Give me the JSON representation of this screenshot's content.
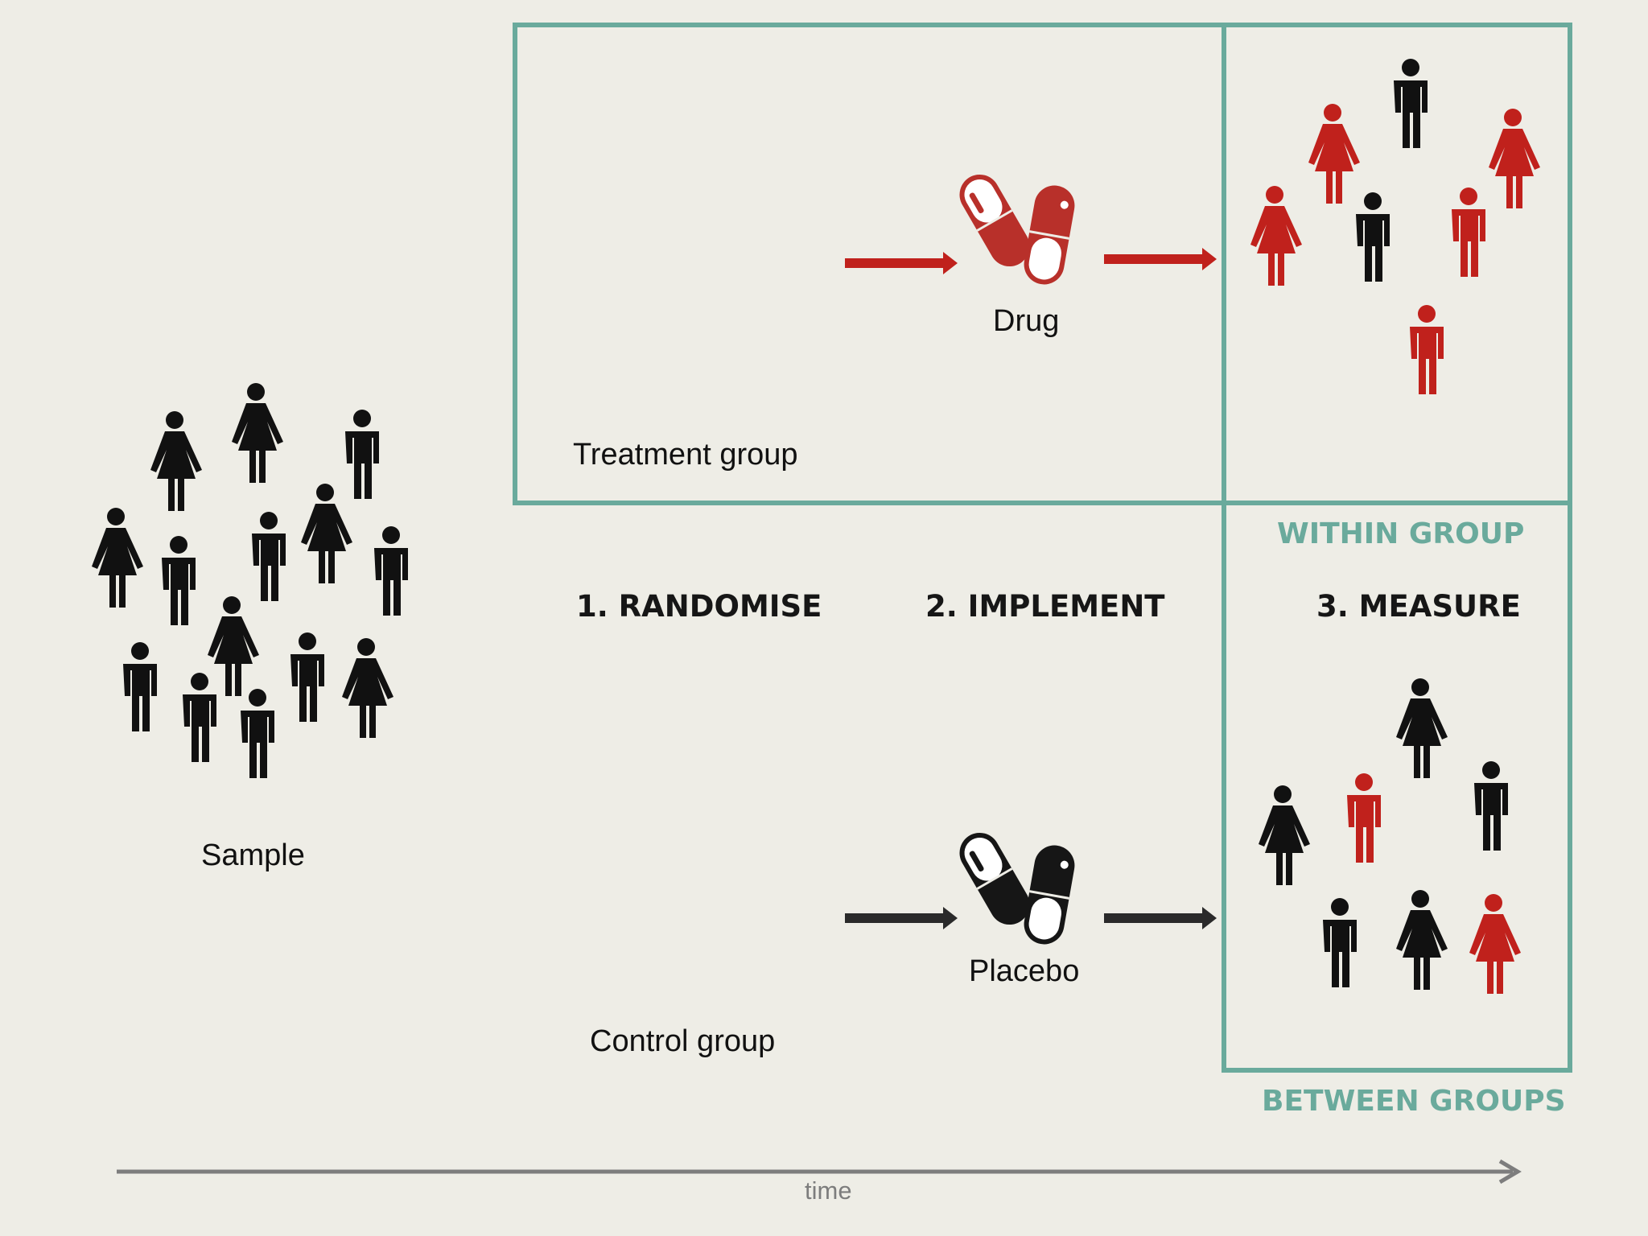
{
  "labels": {
    "sample": "Sample",
    "treatment_group": "Treatment group",
    "control_group": "Control group",
    "drug": "Drug",
    "placebo": "Placebo",
    "randomise": "1. RANDOMISE",
    "implement": "2. IMPLEMENT",
    "measure": "3. MEASURE",
    "within_group": "WITHIN GROUP",
    "between_groups": "BETWEEN GROUPS",
    "time": "time"
  },
  "colors": {
    "background": "#eeede6",
    "teal": "#6aaa9c",
    "red": "#c0211c",
    "black": "#111111",
    "timeline": "#7d7d7d"
  },
  "icons": {
    "person": "person-icon",
    "pill": "pill-capsule-icon",
    "arrow": "arrow-right-icon"
  }
}
